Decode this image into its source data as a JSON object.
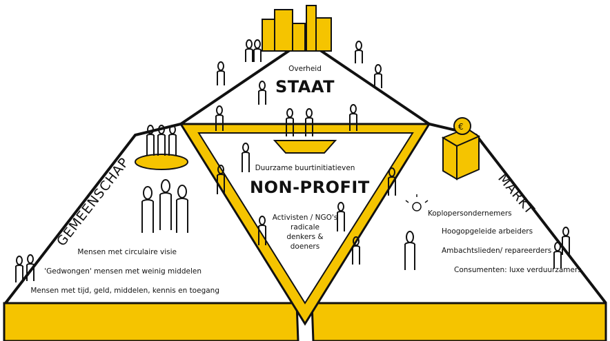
{
  "colors": {
    "accent": "#f5c400",
    "ink": "#111111",
    "paper": "#ffffff"
  },
  "staat": {
    "subtitle": "Overheid",
    "title": "STAAT"
  },
  "nonprofit": {
    "subtitle": "Duurzame buurtinitiatieven",
    "title": "NON-PROFIT",
    "members": [
      "Activisten / NGO's",
      "radicale",
      "denkers &",
      "doeners"
    ]
  },
  "gemeenschap": {
    "title": "GEMEENSCHAP",
    "members": [
      "Mensen met circulaire visie",
      "'Gedwongen' mensen met weinig middelen",
      "Mensen met tijd, geld, middelen, kennis en toegang"
    ]
  },
  "markt": {
    "title": "MARKT",
    "money_symbol": "€",
    "members": [
      "Koplopersondernemers",
      "Hoogopgeleide arbeiders",
      "Ambachtslieden/ repareerders",
      "Consumenten: luxe verduurzamers"
    ]
  }
}
